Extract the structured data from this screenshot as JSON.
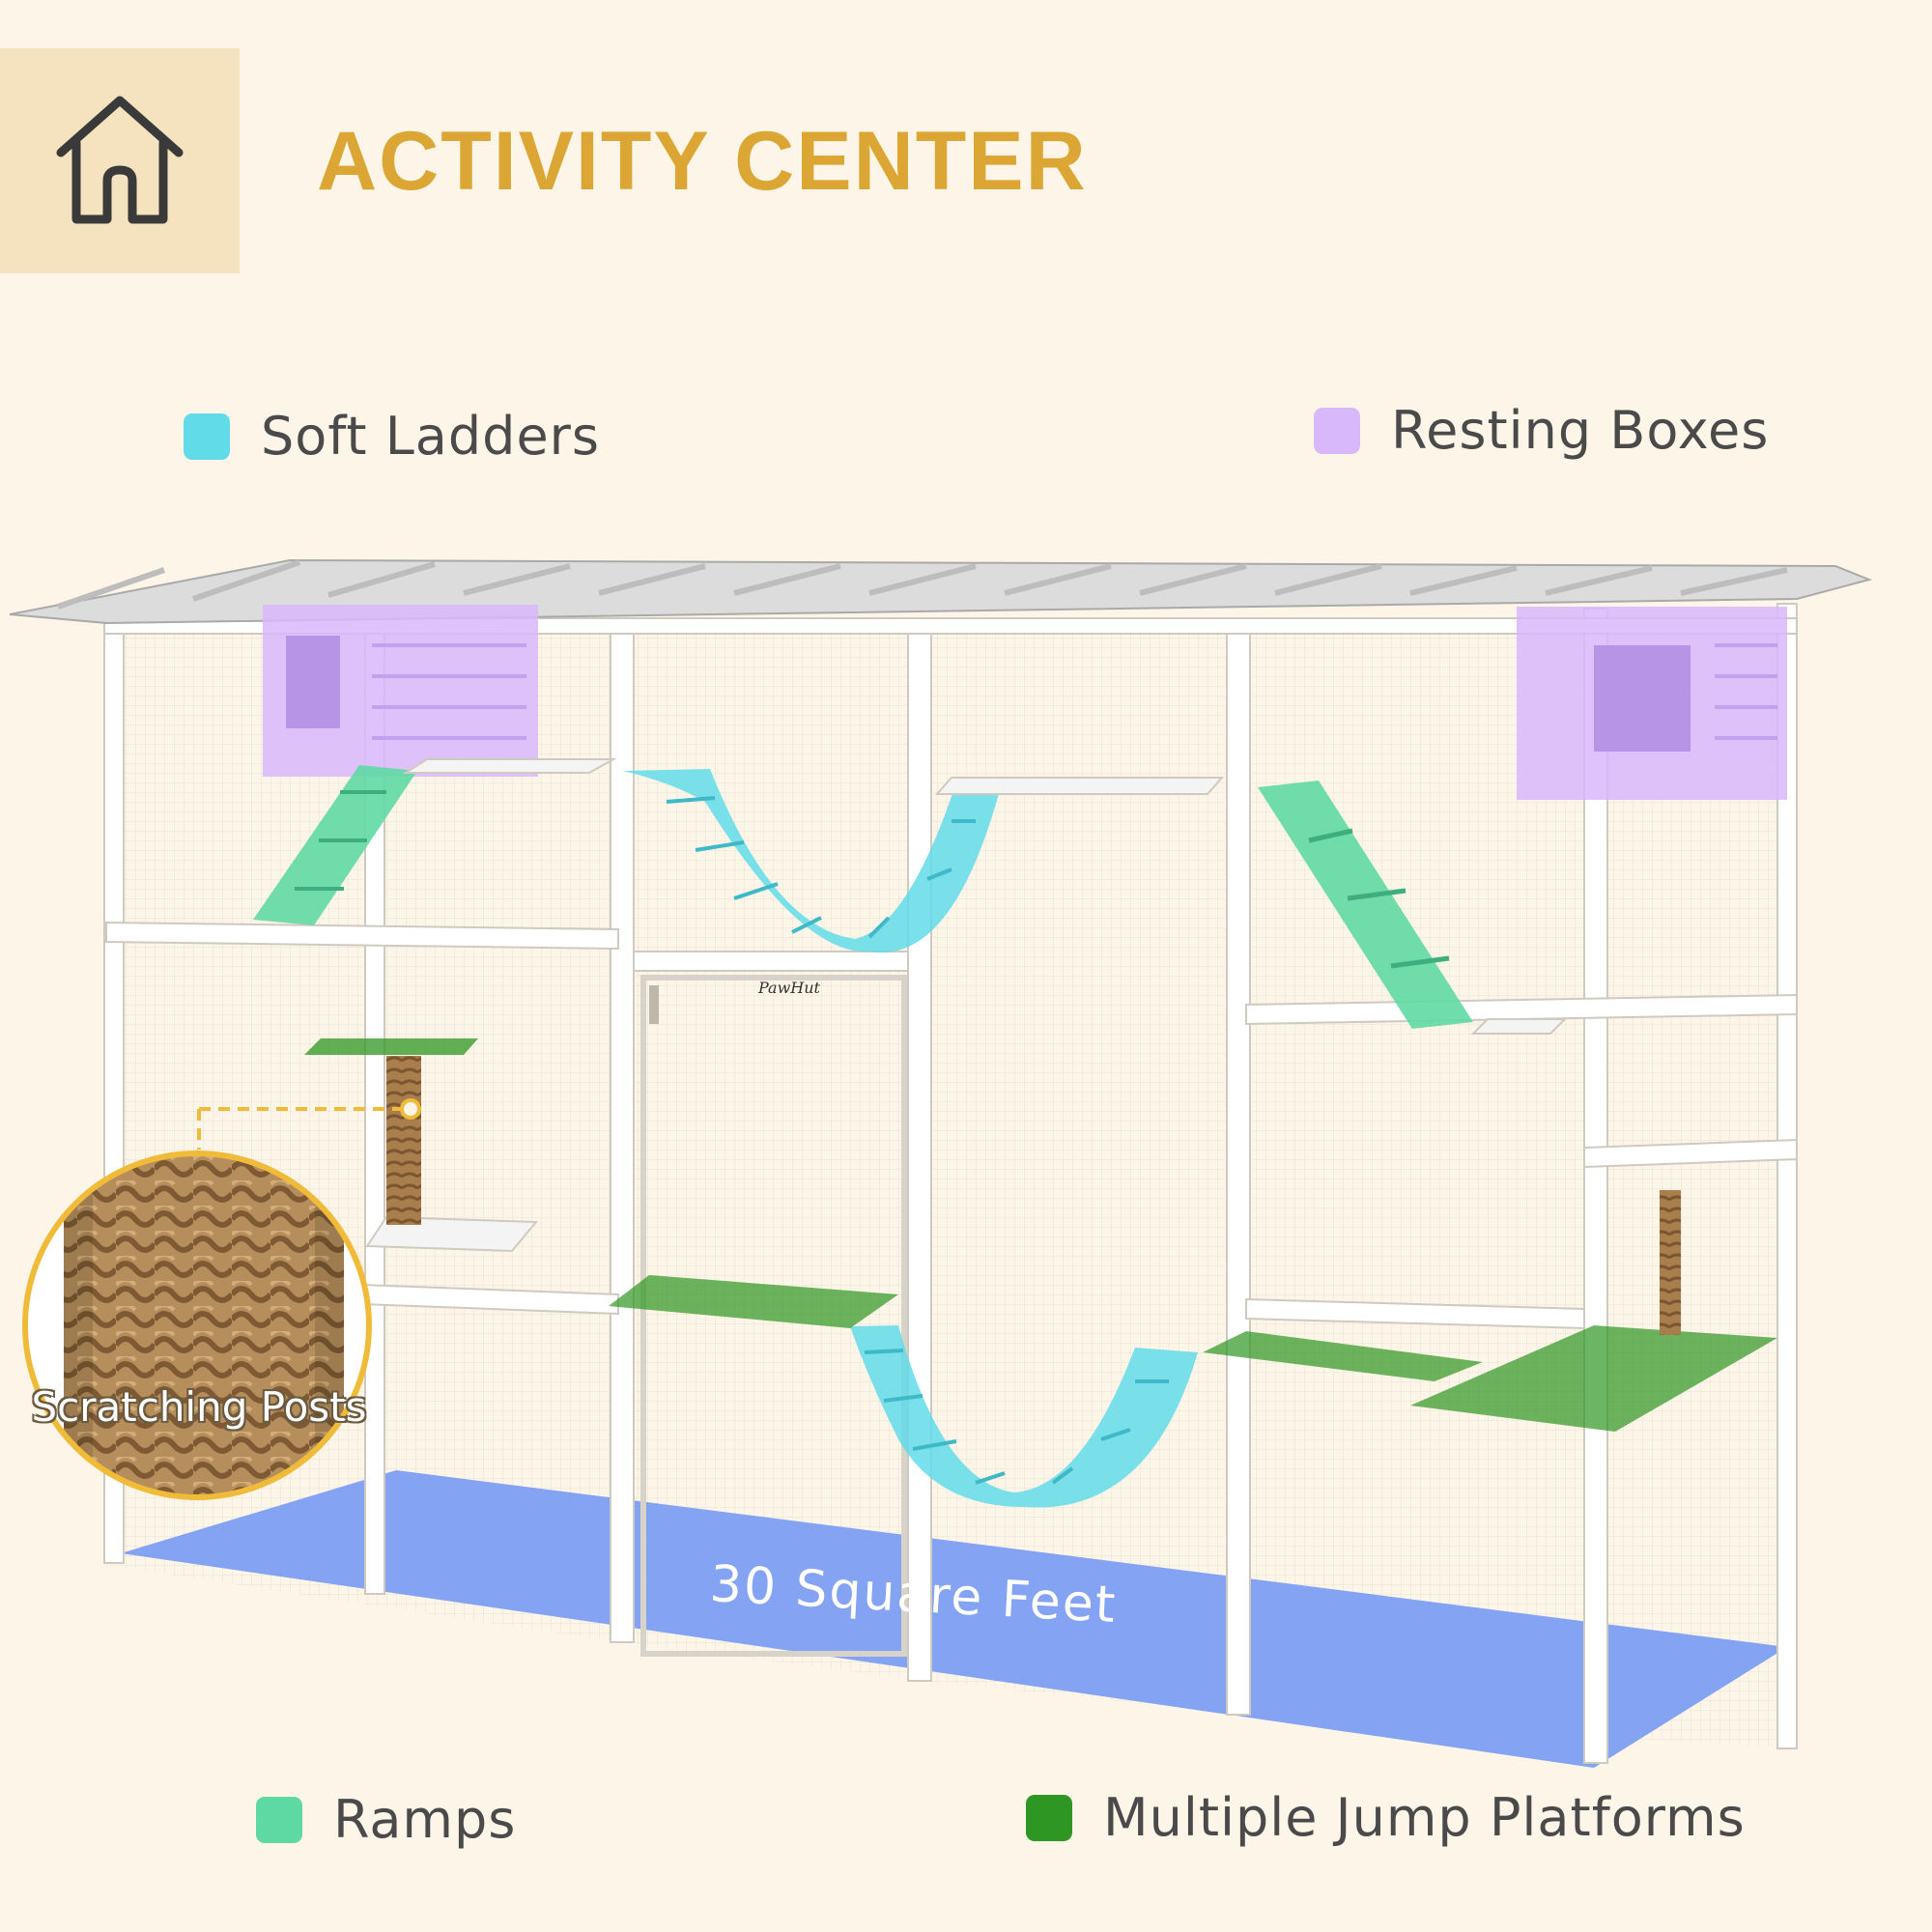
{
  "header": {
    "title": "ACTIVITY CENTER",
    "icon": "home-icon"
  },
  "legend": {
    "soft_ladders": {
      "label": "Soft Ladders",
      "color": "#62dbe9"
    },
    "resting_boxes": {
      "label": "Resting Boxes",
      "color": "#d9b7fb"
    },
    "ramps": {
      "label": "Ramps",
      "color": "#5fd9a3"
    },
    "platforms": {
      "label": "Multiple Jump Platforms",
      "color": "#2e9622"
    }
  },
  "callouts": {
    "floor_area": "30 Square Feet",
    "scratching_posts": "Scratching Posts",
    "brand": "PawHut"
  },
  "colors": {
    "background": "#fdf5e8",
    "accent": "#dca634",
    "floor": "#6e94f5",
    "frame": "#ffffff"
  }
}
